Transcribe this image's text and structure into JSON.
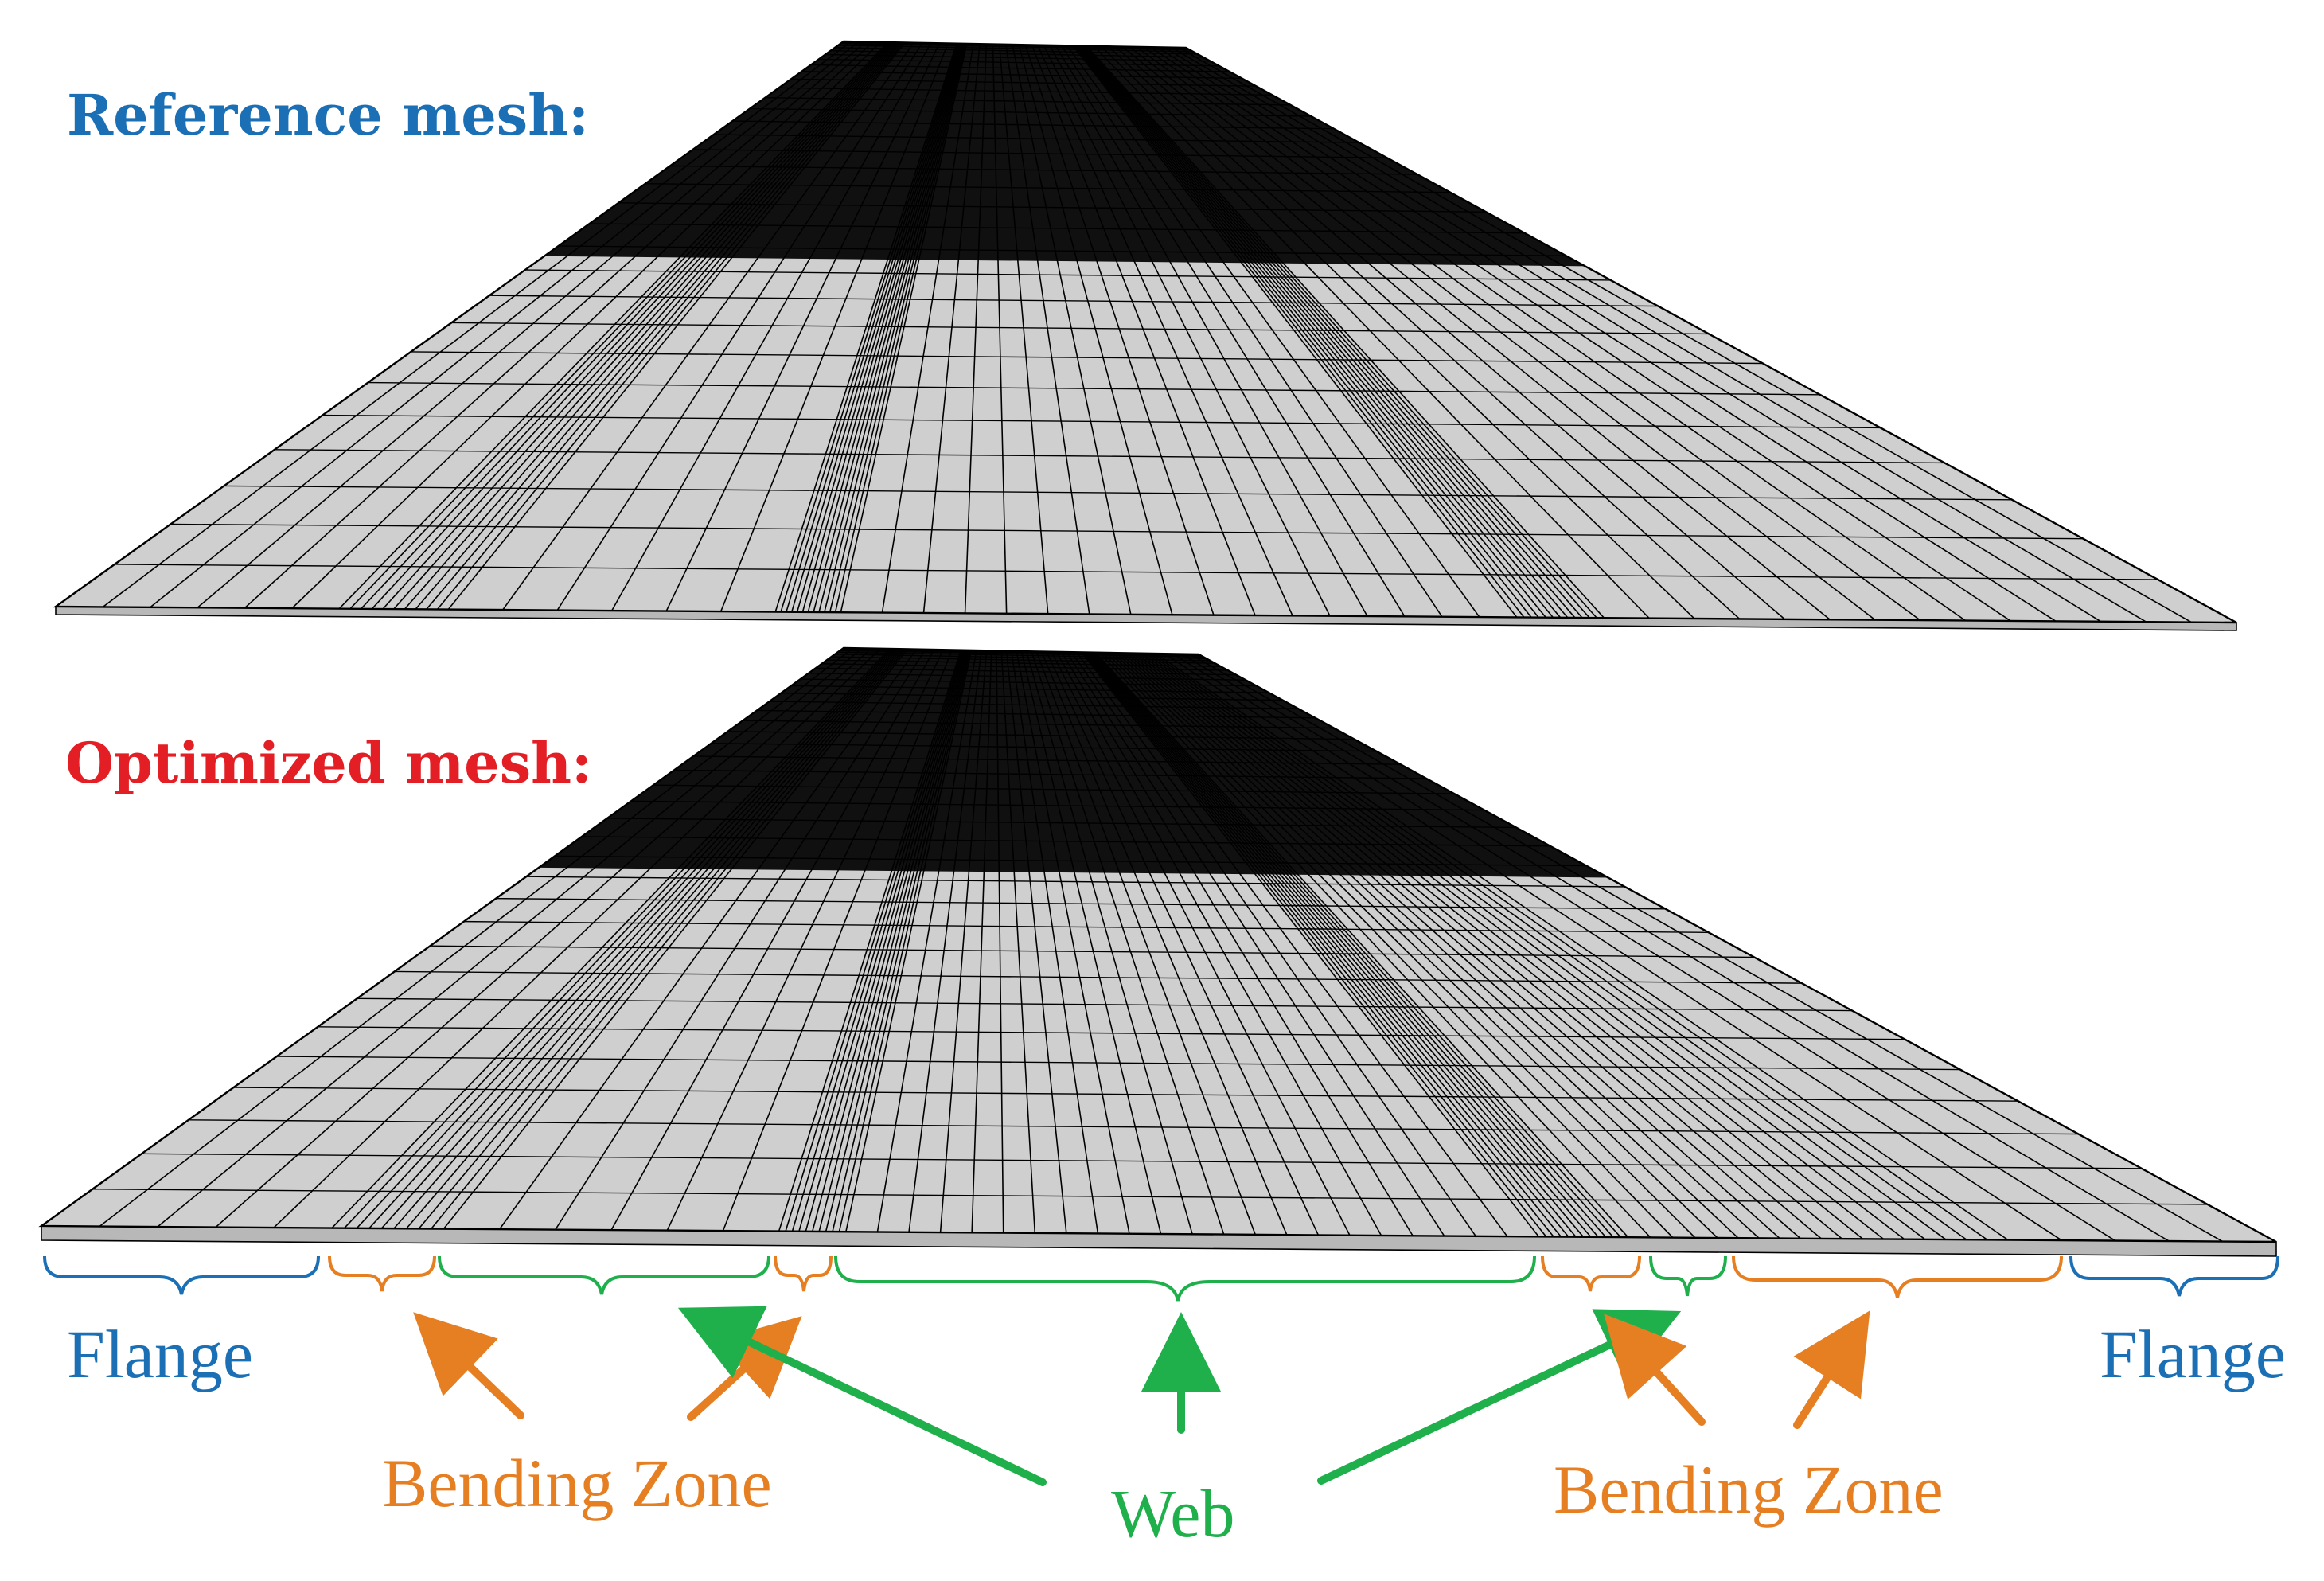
{
  "titles": {
    "reference": "Reference mesh:",
    "optimized": "Optimized mesh:"
  },
  "zones": {
    "flange": "Flange",
    "bending_zone": "Bending Zone",
    "web": "Web"
  },
  "colors": {
    "reference_title": "#1a6fb5",
    "optimized_title": "#e31e24",
    "flange": "#1a6fb5",
    "bending_zone": "#e67e22",
    "web": "#1fb04c",
    "mesh_fill": "#cfcfcf",
    "mesh_line": "#000000"
  },
  "meshes": [
    {
      "id": "reference",
      "column_density": [
        {
          "from": 0.0,
          "to": 0.13,
          "count": 6
        },
        {
          "from": 0.13,
          "to": 0.18,
          "count": 10
        },
        {
          "from": 0.18,
          "to": 0.33,
          "count": 6
        },
        {
          "from": 0.33,
          "to": 0.36,
          "count": 12
        },
        {
          "from": 0.36,
          "to": 0.55,
          "count": 10
        },
        {
          "from": 0.55,
          "to": 0.67,
          "count": 7
        },
        {
          "from": 0.67,
          "to": 0.71,
          "count": 12
        },
        {
          "from": 0.71,
          "to": 1.0,
          "count": 14
        }
      ],
      "row_count": 34
    },
    {
      "id": "optimized",
      "column_density": [
        {
          "from": 0.0,
          "to": 0.13,
          "count": 5
        },
        {
          "from": 0.13,
          "to": 0.18,
          "count": 9
        },
        {
          "from": 0.18,
          "to": 0.33,
          "count": 6
        },
        {
          "from": 0.33,
          "to": 0.36,
          "count": 10
        },
        {
          "from": 0.36,
          "to": 0.67,
          "count": 22
        },
        {
          "from": 0.67,
          "to": 0.71,
          "count": 12
        },
        {
          "from": 0.71,
          "to": 0.75,
          "count": 4
        },
        {
          "from": 0.75,
          "to": 0.88,
          "count": 14
        },
        {
          "from": 0.88,
          "to": 1.0,
          "count": 5
        }
      ],
      "row_count": 40
    }
  ]
}
